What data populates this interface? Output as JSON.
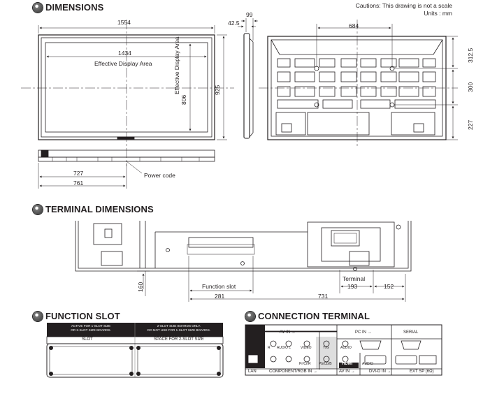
{
  "headings": {
    "dimensions": "DIMENSIONS",
    "terminal_dimensions": "TERMINAL DIMENSIONS",
    "function_slot": "FUNCTION SLOT",
    "connection_terminal": "CONNECTION TERMINAL"
  },
  "caution": {
    "line1": "Cautions: This drawing is not a scale",
    "line2": "Units : mm"
  },
  "dims": {
    "total_width": "1554",
    "display_width": "1434",
    "display_area": "Effective Display Area",
    "display_height": "806",
    "total_height": "925",
    "depth_top": "99",
    "depth_side": "42.5",
    "mount_width": "684",
    "right_top": "312.5",
    "right_mid": "300",
    "right_bottom": "227",
    "bottom_727": "727",
    "bottom_761": "761",
    "power_code": "Power code"
  },
  "terminal_dims": {
    "height": "160",
    "function_slot": "Function slot",
    "d281": "281",
    "terminal": "Terminal",
    "d193": "193",
    "d152": "152",
    "d731": "731"
  },
  "function_slot": {
    "left_line1": "ACTIVE FOR 1-SLOT SIZE",
    "left_line2": "OR 2-SLOT SIZE BOARDS.",
    "right_line1": "2-SLOT SIZE BOARDS ONLY.",
    "right_line2": "DO NOT USE FOR 1-SLOT SIZE BOARDS.",
    "slot": "SLOT",
    "space": "SPACE FOR 2-SLOT SIZE"
  },
  "connection": {
    "av_in": "AV IN →",
    "pc_in": "PC IN →",
    "serial": "SERIAL",
    "audio_r": "R",
    "audio_l": "AUDIO L",
    "video": "VIDEO",
    "y_g": "Y/G",
    "audio": "AUDIO",
    "pb": "Pb/Cb/B",
    "pr": "Pr/Cr/R",
    "hdmi": "HDMI",
    "audio2": "AUDIO",
    "lan": "LAN",
    "component": "COMPONENT/RGB IN →",
    "av_in2": "AV IN →",
    "dvi": "DVI-D IN →",
    "ext_sp": "EXT SP (6Ω)"
  }
}
